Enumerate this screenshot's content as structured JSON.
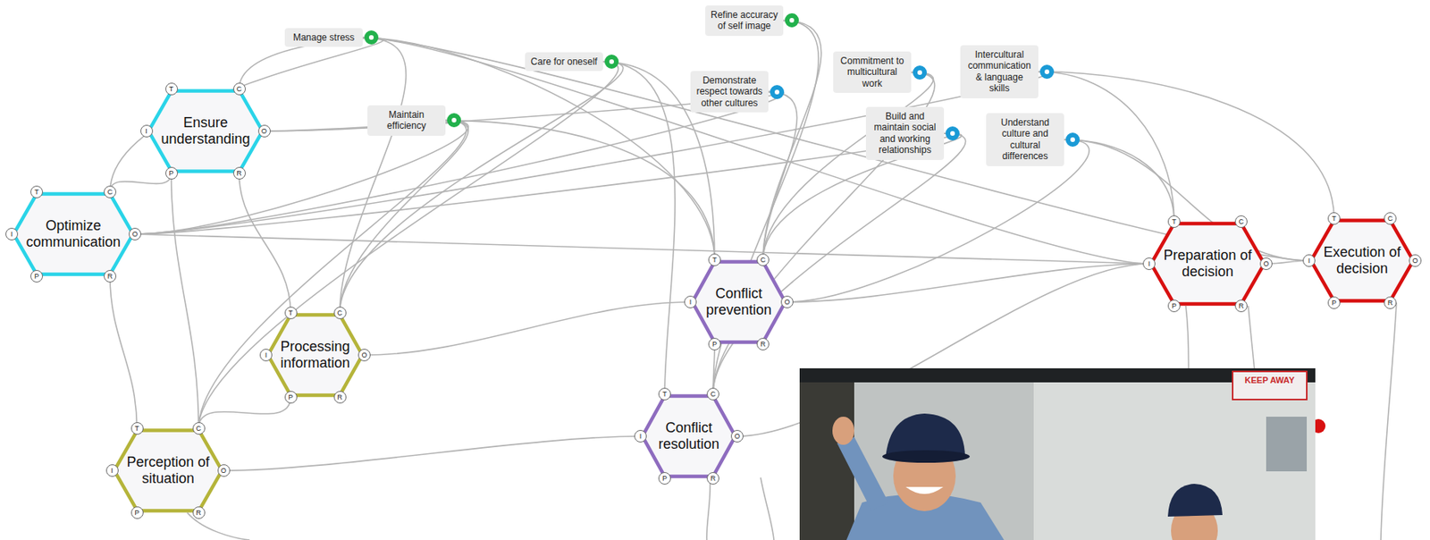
{
  "diagram": {
    "nodes": [
      {
        "text": [
          "Refine accuracy of self image"
        ]
      },
      {
        "text": [
          "Manage stress"
        ]
      },
      {
        "text": [
          "Commitment to multicultural work"
        ]
      },
      {
        "text": [
          "Intercultural communication & language skills"
        ]
      },
      {
        "text": [
          "Care for oneself"
        ]
      },
      {
        "text": [
          "Demonstrate respect towards other cultures"
        ]
      },
      {
        "text": [
          "Maintain efficiency"
        ]
      },
      {
        "text": [
          "Build and maintain social and working relationships"
        ]
      },
      {
        "text": [
          "Understand culture and cultural differences"
        ]
      },
      {
        "text": [
          "Ensure understanding"
        ]
      },
      {
        "text": [
          "Optimize communication"
        ]
      },
      {
        "text": [
          "Preparation of decision"
        ]
      },
      {
        "text": [
          "Execution of decision"
        ]
      },
      {
        "text": [
          "Conflict prevention"
        ]
      },
      {
        "text": [
          "Processing information"
        ]
      },
      {
        "text": [
          "Conflict resolution"
        ]
      },
      {
        "text": [
          "Perception of situation"
        ]
      }
    ],
    "edges": [
      {
        "from": 1,
        "to": 9,
        "arrow": "none"
      },
      {
        "from": 1,
        "to": 10,
        "arrow": "none"
      },
      {
        "from": 1,
        "to": 14,
        "arrow": "none"
      },
      {
        "from": 1,
        "to": 13,
        "arrow": "none"
      },
      {
        "from": 1,
        "to": 11,
        "arrow": "none"
      },
      {
        "from": 1,
        "to": 12,
        "arrow": "none"
      },
      {
        "from": 4,
        "to": 13,
        "arrow": "none"
      },
      {
        "from": 4,
        "to": 14,
        "arrow": "none"
      },
      {
        "from": 4,
        "to": 16,
        "arrow": "none"
      },
      {
        "from": 4,
        "to": 15,
        "arrow": "none"
      },
      {
        "from": 0,
        "to": 13,
        "arrow": "none"
      },
      {
        "from": 0,
        "to": 15,
        "arrow": "none"
      },
      {
        "from": 5,
        "to": 9,
        "arrow": "none"
      },
      {
        "from": 5,
        "to": 10,
        "arrow": "none"
      },
      {
        "from": 5,
        "to": 13,
        "arrow": "none"
      },
      {
        "from": 6,
        "to": 9,
        "arrow": "none"
      },
      {
        "from": 6,
        "to": 10,
        "arrow": "none"
      },
      {
        "from": 6,
        "to": 14,
        "arrow": "none"
      },
      {
        "from": 6,
        "to": 16,
        "arrow": "none"
      },
      {
        "from": 6,
        "to": 13,
        "arrow": "none"
      },
      {
        "from": 2,
        "to": 13,
        "arrow": "none"
      },
      {
        "from": 2,
        "to": 15,
        "arrow": "none"
      },
      {
        "from": 3,
        "to": 11,
        "arrow": "none"
      },
      {
        "from": 3,
        "to": 12,
        "arrow": "none"
      },
      {
        "from": 3,
        "to": 10,
        "arrow": "none"
      },
      {
        "from": 7,
        "to": 13,
        "arrow": "none"
      },
      {
        "from": 7,
        "to": 15,
        "arrow": "none"
      },
      {
        "from": 7,
        "to": 10,
        "arrow": "none"
      },
      {
        "from": 8,
        "to": 11,
        "arrow": "none"
      },
      {
        "from": 8,
        "to": 12,
        "arrow": "none"
      },
      {
        "from": 8,
        "to": 13,
        "arrow": "none"
      },
      {
        "from": 9,
        "to": 10,
        "arrow": "none"
      },
      {
        "from": 9,
        "to": 14,
        "arrow": "none"
      },
      {
        "from": 9,
        "to": 16,
        "arrow": "none"
      },
      {
        "from": 10,
        "to": 16,
        "arrow": "none"
      },
      {
        "from": 10,
        "to": 11,
        "arrow": "none"
      },
      {
        "from": 14,
        "to": 16,
        "arrow": "none"
      },
      {
        "from": 14,
        "to": 13,
        "arrow": "none"
      },
      {
        "from": 13,
        "to": 11,
        "arrow": "none"
      },
      {
        "from": 13,
        "to": 15,
        "arrow": "none"
      },
      {
        "from": 11,
        "to": 12,
        "arrow": "none"
      },
      {
        "from": 15,
        "to": 11,
        "arrow": "none"
      },
      {
        "from": 16,
        "to": 15,
        "arrow": "none"
      }
    ],
    "labels": [
      "T",
      "C",
      "I",
      "O",
      "P",
      "R",
      "T",
      "C",
      "I",
      "O",
      "P",
      "R",
      "T",
      "C",
      "I",
      "O",
      "P",
      "R",
      "T",
      "C",
      "I",
      "O",
      "P",
      "R",
      "T",
      "C",
      "I",
      "O",
      "P",
      "R",
      "T",
      "C",
      "I",
      "O",
      "P",
      "R",
      "T",
      "C",
      "I",
      "O",
      "P",
      "R",
      "T",
      "C",
      "I",
      "O",
      "P",
      "R",
      "KEEP AWAY"
    ]
  }
}
